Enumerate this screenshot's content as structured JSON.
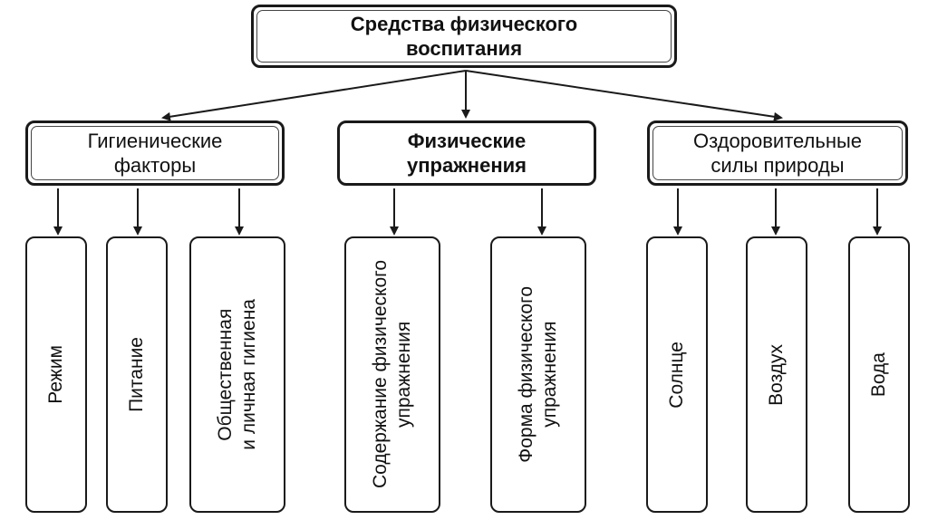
{
  "root": {
    "line1": "Средства физического",
    "line2": "воспитания"
  },
  "groups": [
    {
      "line1": "Гигиенические",
      "line2": "факторы",
      "children": [
        {
          "lines": [
            "Режим"
          ]
        },
        {
          "lines": [
            "Питание"
          ]
        },
        {
          "lines": [
            "Общественная",
            "и личная гигиена"
          ]
        }
      ]
    },
    {
      "line1": "Физические",
      "line2": "упражнения",
      "children": [
        {
          "lines": [
            "Содержание физического",
            "упражнения"
          ]
        },
        {
          "lines": [
            "Форма физического",
            "упражнения"
          ]
        }
      ]
    },
    {
      "line1": "Оздоровительные",
      "line2": "силы природы",
      "children": [
        {
          "lines": [
            "Солнце"
          ]
        },
        {
          "lines": [
            "Воздух"
          ]
        },
        {
          "lines": [
            "Вода"
          ]
        }
      ]
    }
  ]
}
